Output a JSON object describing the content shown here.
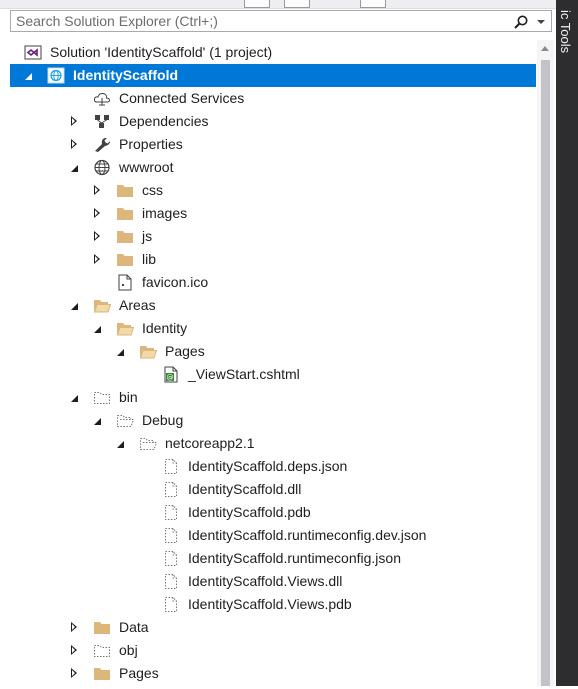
{
  "search": {
    "placeholder": "Search Solution Explorer (Ctrl+;)"
  },
  "side_tab": {
    "label": "ic Tools"
  },
  "tree": [
    {
      "label": "Solution 'IdentityScaffold' (1 project)",
      "icon": "vs-solution-icon",
      "level": 0,
      "expander": "none"
    },
    {
      "label": "IdentityScaffold",
      "icon": "web-project-icon",
      "level": 0,
      "expander": "open",
      "selected": true
    },
    {
      "label": "Connected Services",
      "icon": "cloud-connected-icon",
      "level": 1,
      "expander": "none"
    },
    {
      "label": "Dependencies",
      "icon": "dependencies-icon",
      "level": 1,
      "expander": "closed"
    },
    {
      "label": "Properties",
      "icon": "wrench-icon",
      "level": 1,
      "expander": "closed"
    },
    {
      "label": "wwwroot",
      "icon": "globe-icon",
      "level": 1,
      "expander": "open"
    },
    {
      "label": "css",
      "icon": "folder-icon",
      "level": 2,
      "expander": "closed"
    },
    {
      "label": "images",
      "icon": "folder-icon",
      "level": 2,
      "expander": "closed"
    },
    {
      "label": "js",
      "icon": "folder-icon",
      "level": 2,
      "expander": "closed"
    },
    {
      "label": "lib",
      "icon": "folder-icon",
      "level": 2,
      "expander": "closed"
    },
    {
      "label": "favicon.ico",
      "icon": "ico-file-icon",
      "level": 2,
      "expander": "none"
    },
    {
      "label": "Areas",
      "icon": "folder-open-icon",
      "level": 1,
      "expander": "open"
    },
    {
      "label": "Identity",
      "icon": "folder-open-icon",
      "level": 2,
      "expander": "open"
    },
    {
      "label": "Pages",
      "icon": "folder-open-icon",
      "level": 3,
      "expander": "open"
    },
    {
      "label": "_ViewStart.cshtml",
      "icon": "cshtml-file-icon",
      "level": 4,
      "expander": "none"
    },
    {
      "label": "bin",
      "icon": "folder-dashed-icon",
      "level": 1,
      "expander": "open"
    },
    {
      "label": "Debug",
      "icon": "folder-dashed-open-icon",
      "level": 2,
      "expander": "open"
    },
    {
      "label": "netcoreapp2.1",
      "icon": "folder-dashed-open-icon",
      "level": 3,
      "expander": "open"
    },
    {
      "label": "IdentityScaffold.deps.json",
      "icon": "file-dashed-icon",
      "level": 4,
      "expander": "none"
    },
    {
      "label": "IdentityScaffold.dll",
      "icon": "file-dashed-icon",
      "level": 4,
      "expander": "none"
    },
    {
      "label": "IdentityScaffold.pdb",
      "icon": "file-dashed-icon",
      "level": 4,
      "expander": "none"
    },
    {
      "label": "IdentityScaffold.runtimeconfig.dev.json",
      "icon": "file-dashed-icon",
      "level": 4,
      "expander": "none"
    },
    {
      "label": "IdentityScaffold.runtimeconfig.json",
      "icon": "file-dashed-icon",
      "level": 4,
      "expander": "none"
    },
    {
      "label": "IdentityScaffold.Views.dll",
      "icon": "file-dashed-icon",
      "level": 4,
      "expander": "none"
    },
    {
      "label": "IdentityScaffold.Views.pdb",
      "icon": "file-dashed-icon",
      "level": 4,
      "expander": "none"
    },
    {
      "label": "Data",
      "icon": "folder-icon",
      "level": 1,
      "expander": "closed"
    },
    {
      "label": "obj",
      "icon": "folder-dashed-icon",
      "level": 1,
      "expander": "closed"
    },
    {
      "label": "Pages",
      "icon": "folder-icon",
      "level": 1,
      "expander": "closed"
    }
  ],
  "colors": {
    "selection": "#0078d7",
    "folder": "#dcb67a",
    "side_panel": "#2d2d30"
  }
}
